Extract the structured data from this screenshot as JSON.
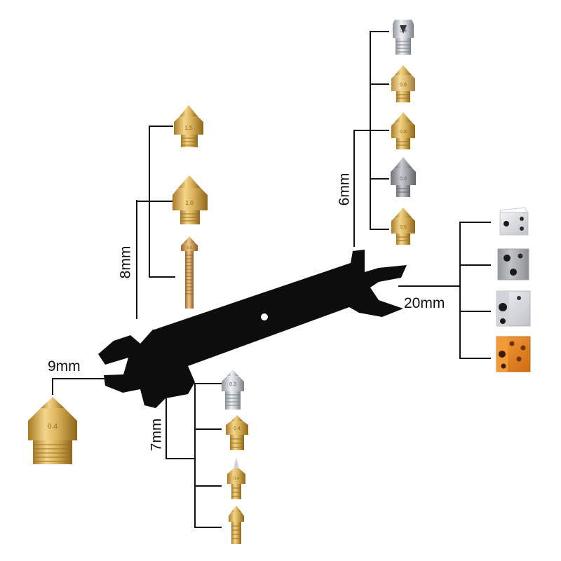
{
  "labels": {
    "mm9": "9mm",
    "mm8": "8mm",
    "mm7": "7mm",
    "mm6": "6mm",
    "mm20": "20mm"
  },
  "nozzles": {
    "mm9_main": "0.4",
    "mm8_top": "1.5",
    "mm8_mid": "1.0",
    "mm8_long": "0.4",
    "mm6_1": "0.3",
    "mm6_2": "0.6",
    "mm6_3": "0.8",
    "mm6_4": "0.3",
    "mm6_5": "0.5",
    "mm7_1": "0.3",
    "mm7_2": "0.4",
    "mm7_3": "0.4"
  },
  "colors": {
    "brass": "#d9b25a",
    "steel": "#c8ccd2",
    "wrench": "#0d0d0d",
    "orange_block": "#e8871e",
    "aluminum_block": "#d8dadd"
  }
}
